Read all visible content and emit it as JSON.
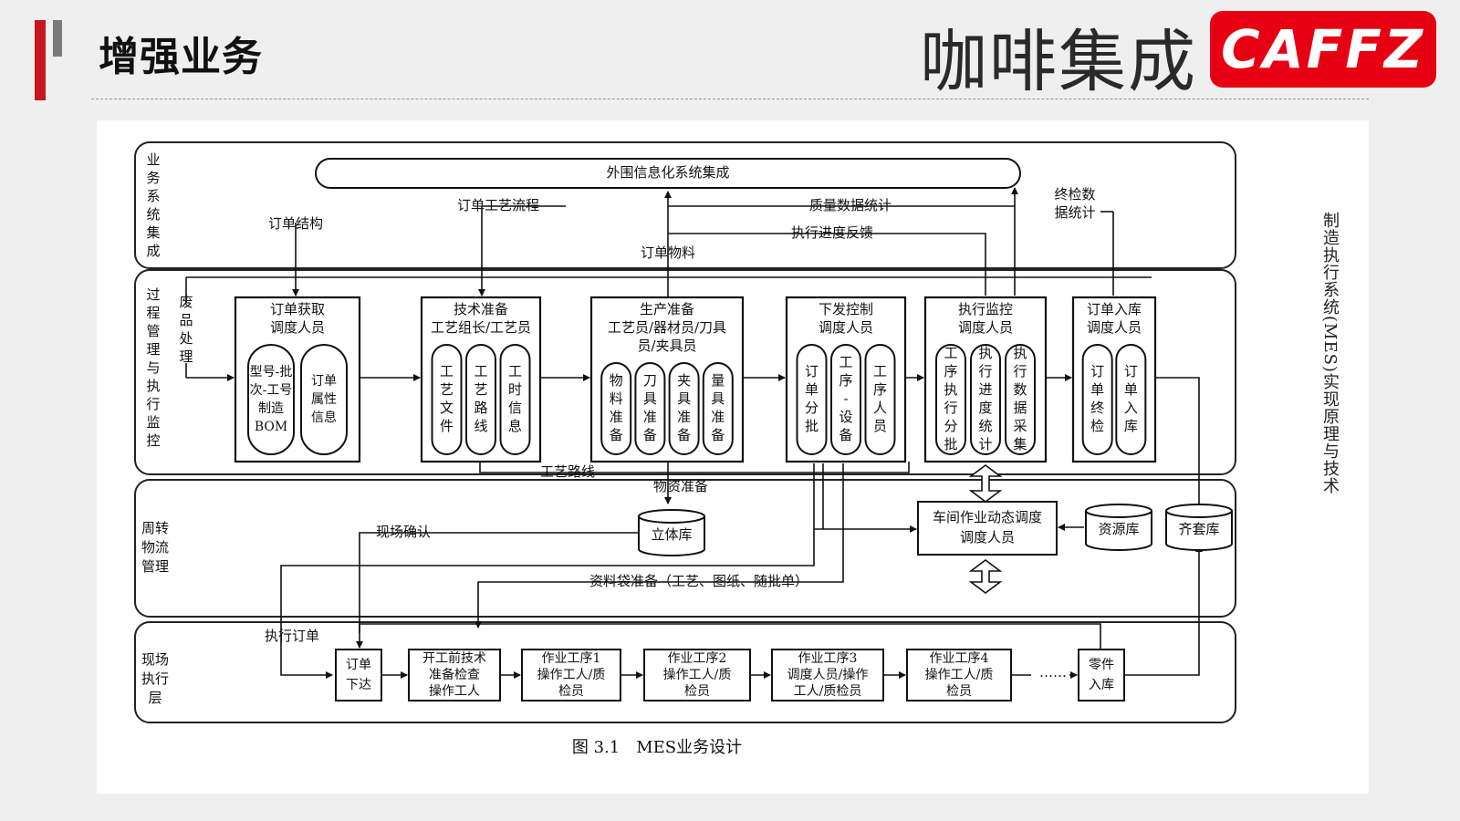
{
  "header": {
    "title": "增强业务",
    "brand_text": "咖啡集成",
    "brand_logo": "CAFFZ"
  },
  "side_note": "制造执行系统(MES)实现原理与技术",
  "caption": "图 3.1　MES业务设计",
  "layers": [
    {
      "id": "l1",
      "lines": [
        "业",
        "务",
        "系",
        "统",
        "集",
        "成"
      ]
    },
    {
      "id": "l2",
      "lines": [
        "过",
        "程",
        "管",
        "理",
        "与",
        "执",
        "行",
        "监",
        "控"
      ]
    },
    {
      "id": "l3",
      "lines": [
        "周转",
        "物流",
        "管理"
      ]
    },
    {
      "id": "l4",
      "lines": [
        "现场",
        "执行",
        "层"
      ]
    }
  ],
  "integration_bar": "外围信息化系统集成",
  "waste_label": [
    "废",
    "品",
    "处",
    "理"
  ],
  "modules": [
    {
      "id": "m1",
      "title": [
        "订单获取",
        "调度人员"
      ],
      "pills": [
        {
          "lines": [
            "型号-批",
            "次-工号",
            "制造",
            "BOM"
          ],
          "horizontal": true
        },
        {
          "lines": [
            "订单",
            "属性",
            "信息"
          ],
          "horizontal": true
        }
      ]
    },
    {
      "id": "m2",
      "title": [
        "技术准备",
        "工艺组长/工艺员"
      ],
      "pills": [
        {
          "lines": [
            "工",
            "艺",
            "文",
            "件"
          ]
        },
        {
          "lines": [
            "工",
            "艺",
            "路",
            "线"
          ]
        },
        {
          "lines": [
            "工",
            "时",
            "信",
            "息"
          ]
        }
      ]
    },
    {
      "id": "m3",
      "title": [
        "生产准备",
        "工艺员/器材员/刀具",
        "员/夹具员"
      ],
      "pills": [
        {
          "lines": [
            "物",
            "料",
            "准",
            "备"
          ]
        },
        {
          "lines": [
            "刀",
            "具",
            "准",
            "备"
          ]
        },
        {
          "lines": [
            "夹",
            "具",
            "准",
            "备"
          ]
        },
        {
          "lines": [
            "量",
            "具",
            "准",
            "备"
          ]
        }
      ]
    },
    {
      "id": "m4",
      "title": [
        "下发控制",
        "调度人员"
      ],
      "pills": [
        {
          "lines": [
            "订",
            "单",
            "分",
            "批"
          ]
        },
        {
          "lines": [
            "工",
            "序",
            "-",
            "设",
            "备"
          ]
        },
        {
          "lines": [
            "工",
            "序",
            "人",
            "员"
          ]
        }
      ]
    },
    {
      "id": "m5",
      "title": [
        "执行监控",
        "调度人员"
      ],
      "pills": [
        {
          "lines": [
            "工",
            "序",
            "执",
            "行",
            "分",
            "批"
          ]
        },
        {
          "lines": [
            "执",
            "行",
            "进",
            "度",
            "统",
            "计"
          ]
        },
        {
          "lines": [
            "执",
            "行",
            "数",
            "据",
            "采",
            "集"
          ]
        }
      ]
    },
    {
      "id": "m6",
      "title": [
        "订单入库",
        "调度人员"
      ],
      "pills": [
        {
          "lines": [
            "订",
            "单",
            "终",
            "检"
          ]
        },
        {
          "lines": [
            "订",
            "单",
            "入",
            "库"
          ]
        }
      ]
    }
  ],
  "flow_labels": {
    "order_structure": "订单结构",
    "order_process": "订单工艺流程",
    "quality_stats": "质量数据统计",
    "progress_feedback": "执行进度反馈",
    "final_inspection": [
      "终检数",
      "据统计"
    ],
    "order_material": "订单物料",
    "process_route": "工艺路线",
    "material_prep": "物资准备",
    "site_confirm": "现场确认",
    "doc_bag_prep": "资料袋准备（工艺、图纸、随批单）",
    "exec_order": "执行订单"
  },
  "logistics": {
    "warehouse": "立体库",
    "scheduling": [
      "车间作业动态调度",
      "调度人员"
    ],
    "resource_db": "资源库",
    "kit_db": "齐套库"
  },
  "site_steps": [
    {
      "id": "s1",
      "lines": [
        "订单",
        "下达"
      ]
    },
    {
      "id": "s2",
      "lines": [
        "开工前技术",
        "准备检查",
        "操作工人"
      ]
    },
    {
      "id": "s3",
      "lines": [
        "作业工序1",
        "操作工人/质",
        "检员"
      ]
    },
    {
      "id": "s4",
      "lines": [
        "作业工序2",
        "操作工人/质",
        "检员"
      ]
    },
    {
      "id": "s5",
      "lines": [
        "作业工序3",
        "调度人员/操作",
        "工人/质检员"
      ]
    },
    {
      "id": "s6",
      "lines": [
        "作业工序4",
        "操作工人/质",
        "检员"
      ]
    },
    {
      "id": "s7",
      "lines": [
        "零件",
        "入库"
      ]
    }
  ],
  "ellipsis": "……"
}
